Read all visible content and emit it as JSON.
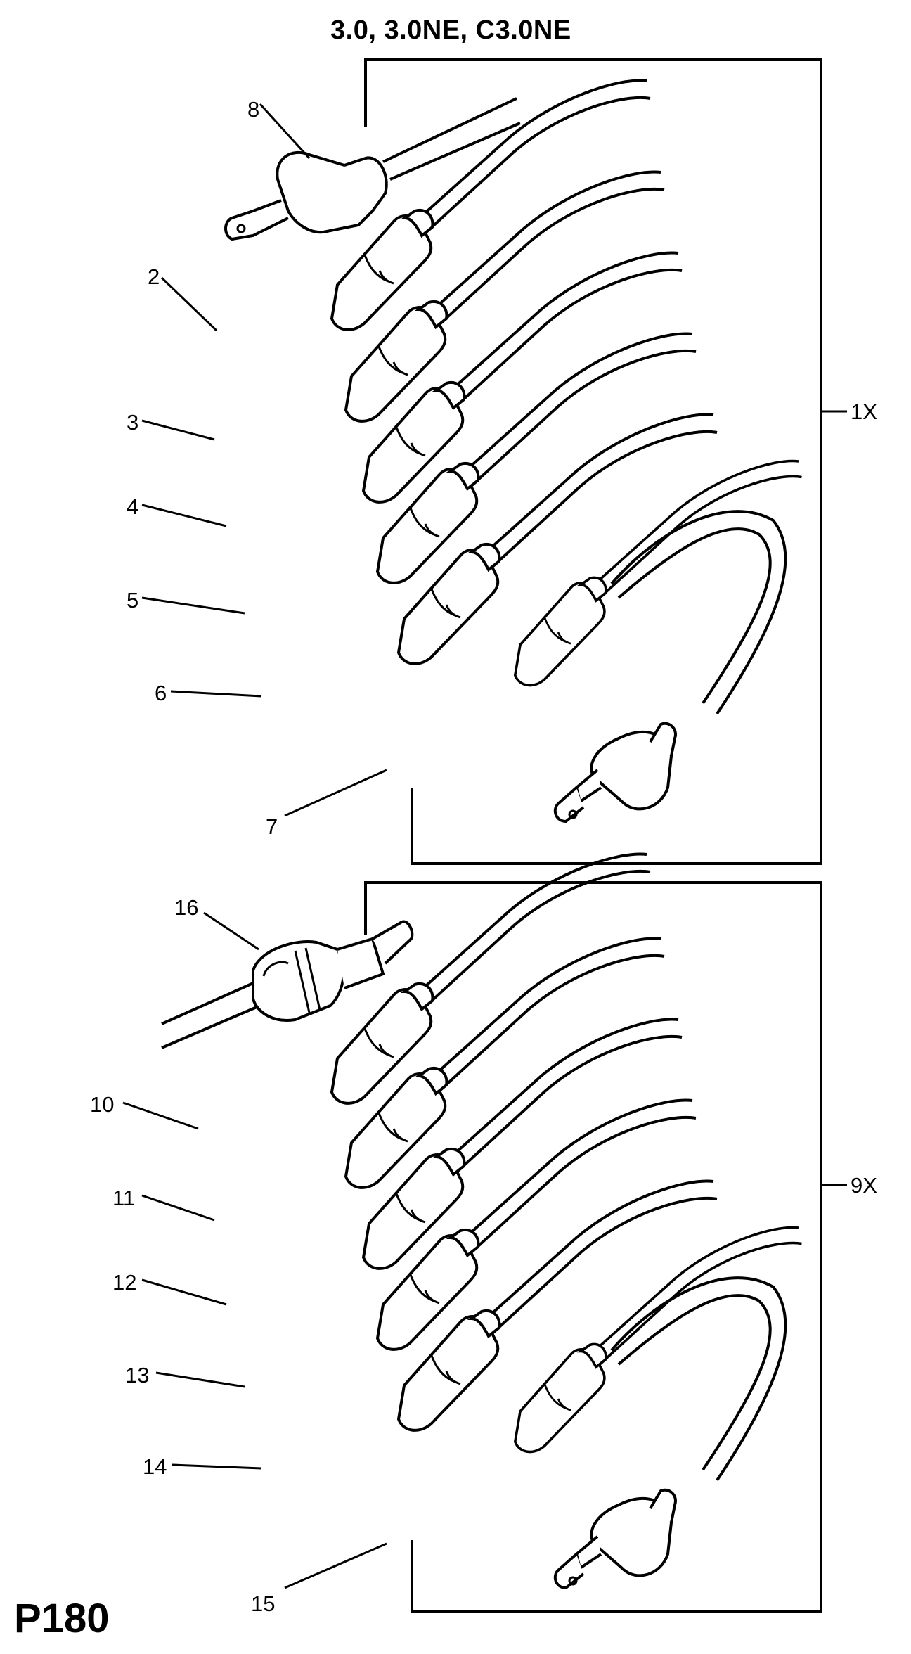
{
  "title": "3.0, 3.0NE, C3.0NE",
  "page_code": "P180",
  "groups": [
    {
      "quantity_label": "1X",
      "callouts": [
        "8",
        "2",
        "3",
        "4",
        "5",
        "6",
        "7"
      ]
    },
    {
      "quantity_label": "9X",
      "callouts": [
        "16",
        "10",
        "11",
        "12",
        "13",
        "14",
        "15"
      ]
    }
  ]
}
